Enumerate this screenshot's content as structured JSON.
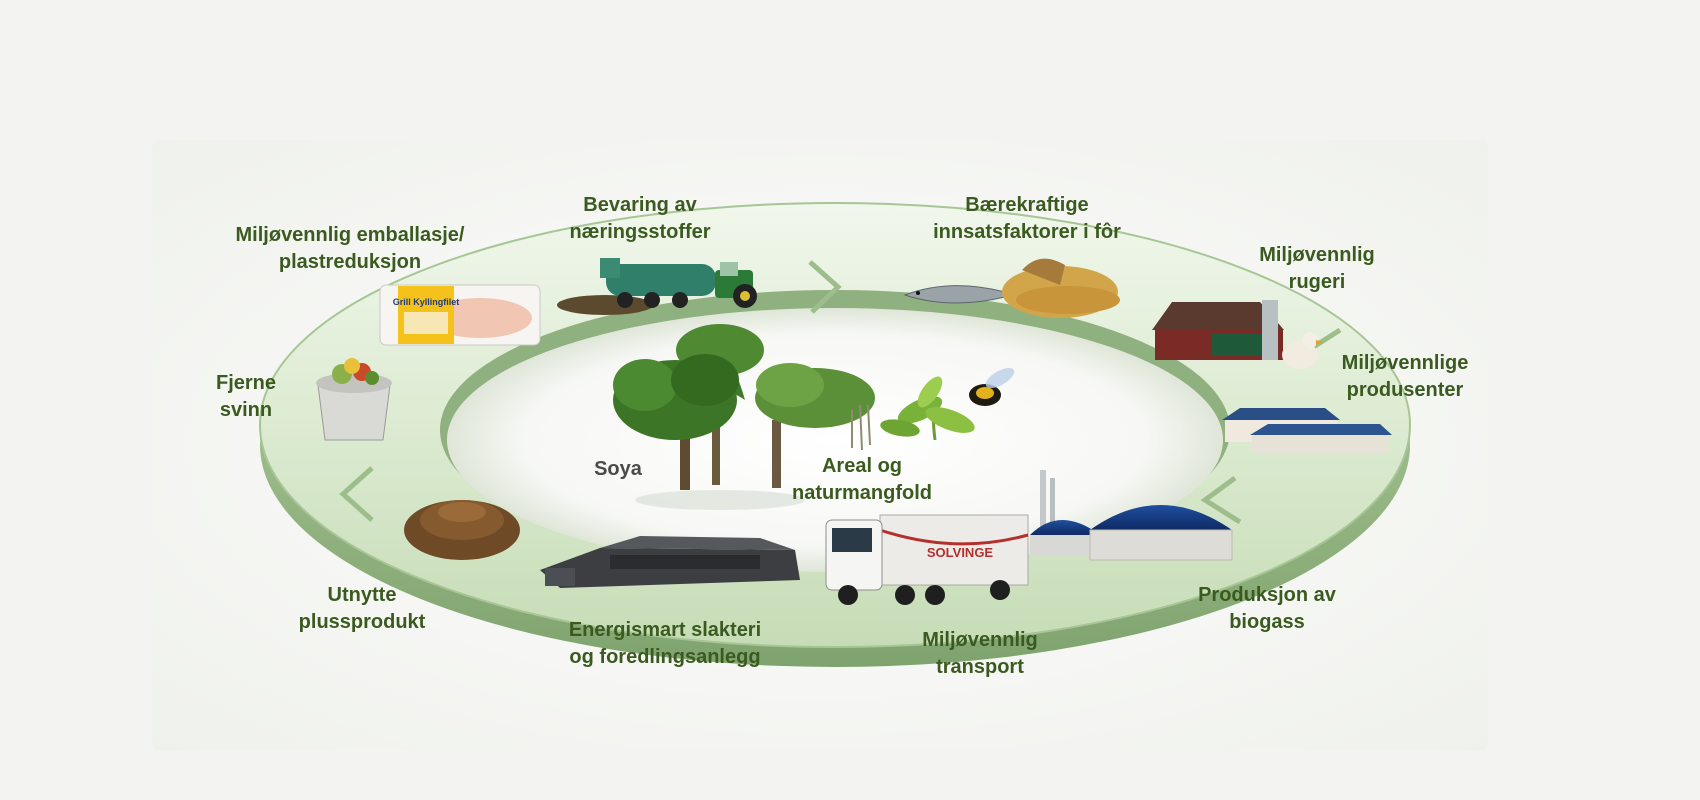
{
  "labels": {
    "emballasje": [
      "Miljøvennlig emballasje/",
      "plastreduksjon"
    ],
    "bevaring": [
      "Bevaring av",
      "næringsstoffer"
    ],
    "innsats": [
      "Bærekraftige",
      "innsatsfaktorer i fôr"
    ],
    "rugeri": [
      "Miljøvennlig",
      "rugeri"
    ],
    "produsenter": [
      "Miljøvennlige",
      "produsenter"
    ],
    "svinn": [
      "Fjerne",
      "svinn"
    ],
    "soya": [
      "Soya"
    ],
    "areal": [
      "Areal og",
      "naturmangfold"
    ],
    "plussprodukt": [
      "Utnytte",
      "plussprodukt"
    ],
    "slakteri": [
      "Energismart slakteri",
      "og foredlingsanlegg"
    ],
    "transport": [
      "Miljøvennlig",
      "transport"
    ],
    "biogass": [
      "Produksjon av",
      "biogass"
    ]
  },
  "package_text": "Grill Kyllingfilet",
  "truck_text": "SOLVINGE",
  "colors": {
    "label": "#3b5a1f",
    "label_grey": "#4a4a4a",
    "ring_light": "#e6f1de",
    "ring_mid": "#c3dbb3",
    "ring_dark": "#8fb47f"
  }
}
